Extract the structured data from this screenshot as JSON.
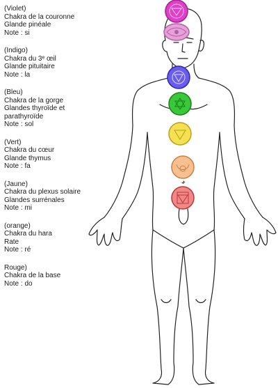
{
  "legend": [
    {
      "color_label": "(Violet)",
      "chakra": "Chakra de la couronne",
      "gland": "Glande pinéale",
      "note": "Note : si"
    },
    {
      "color_label": "(Indigo)",
      "chakra": "Chakra du 3ᵉ œil",
      "gland": "Glande pituitaire",
      "note": "Note : la"
    },
    {
      "color_label": "(Bleu)",
      "chakra": "Chakra de la gorge",
      "gland": "Glandes thyroïde et",
      "gland2": "parathyroïde",
      "note": "Note : sol"
    },
    {
      "color_label": "(Vert)",
      "chakra": "Chakra du cœur",
      "gland": "Glande thymus",
      "note": "Note : fa"
    },
    {
      "color_label": "(Jaune)",
      "chakra": "Chakra du plexus solaire",
      "gland": "Glandes surrénales",
      "note": "Note : mi"
    },
    {
      "color_label": "(orange)",
      "chakra": "Chakra du hara",
      "gland": "Rate",
      "note": "Note : ré"
    },
    {
      "color_label": "Rouge)",
      "chakra": "Chakra de la base",
      "note": "Note : do"
    }
  ],
  "chakras": [
    {
      "name": "crown",
      "fill": "#e040c8",
      "stroke": "#a0208c"
    },
    {
      "name": "third-eye",
      "fill": "#e8a0d8",
      "stroke": "#b060a8"
    },
    {
      "name": "throat",
      "fill": "#6a5cf0",
      "stroke": "#3028a8"
    },
    {
      "name": "heart",
      "fill": "#38c838",
      "stroke": "#1c801c"
    },
    {
      "name": "solar-plexus",
      "fill": "#f4e050",
      "stroke": "#b8a020"
    },
    {
      "name": "sacral",
      "fill": "#f8c090",
      "stroke": "#c88040"
    },
    {
      "name": "root",
      "fill": "#f08888",
      "stroke": "#b83838"
    }
  ]
}
